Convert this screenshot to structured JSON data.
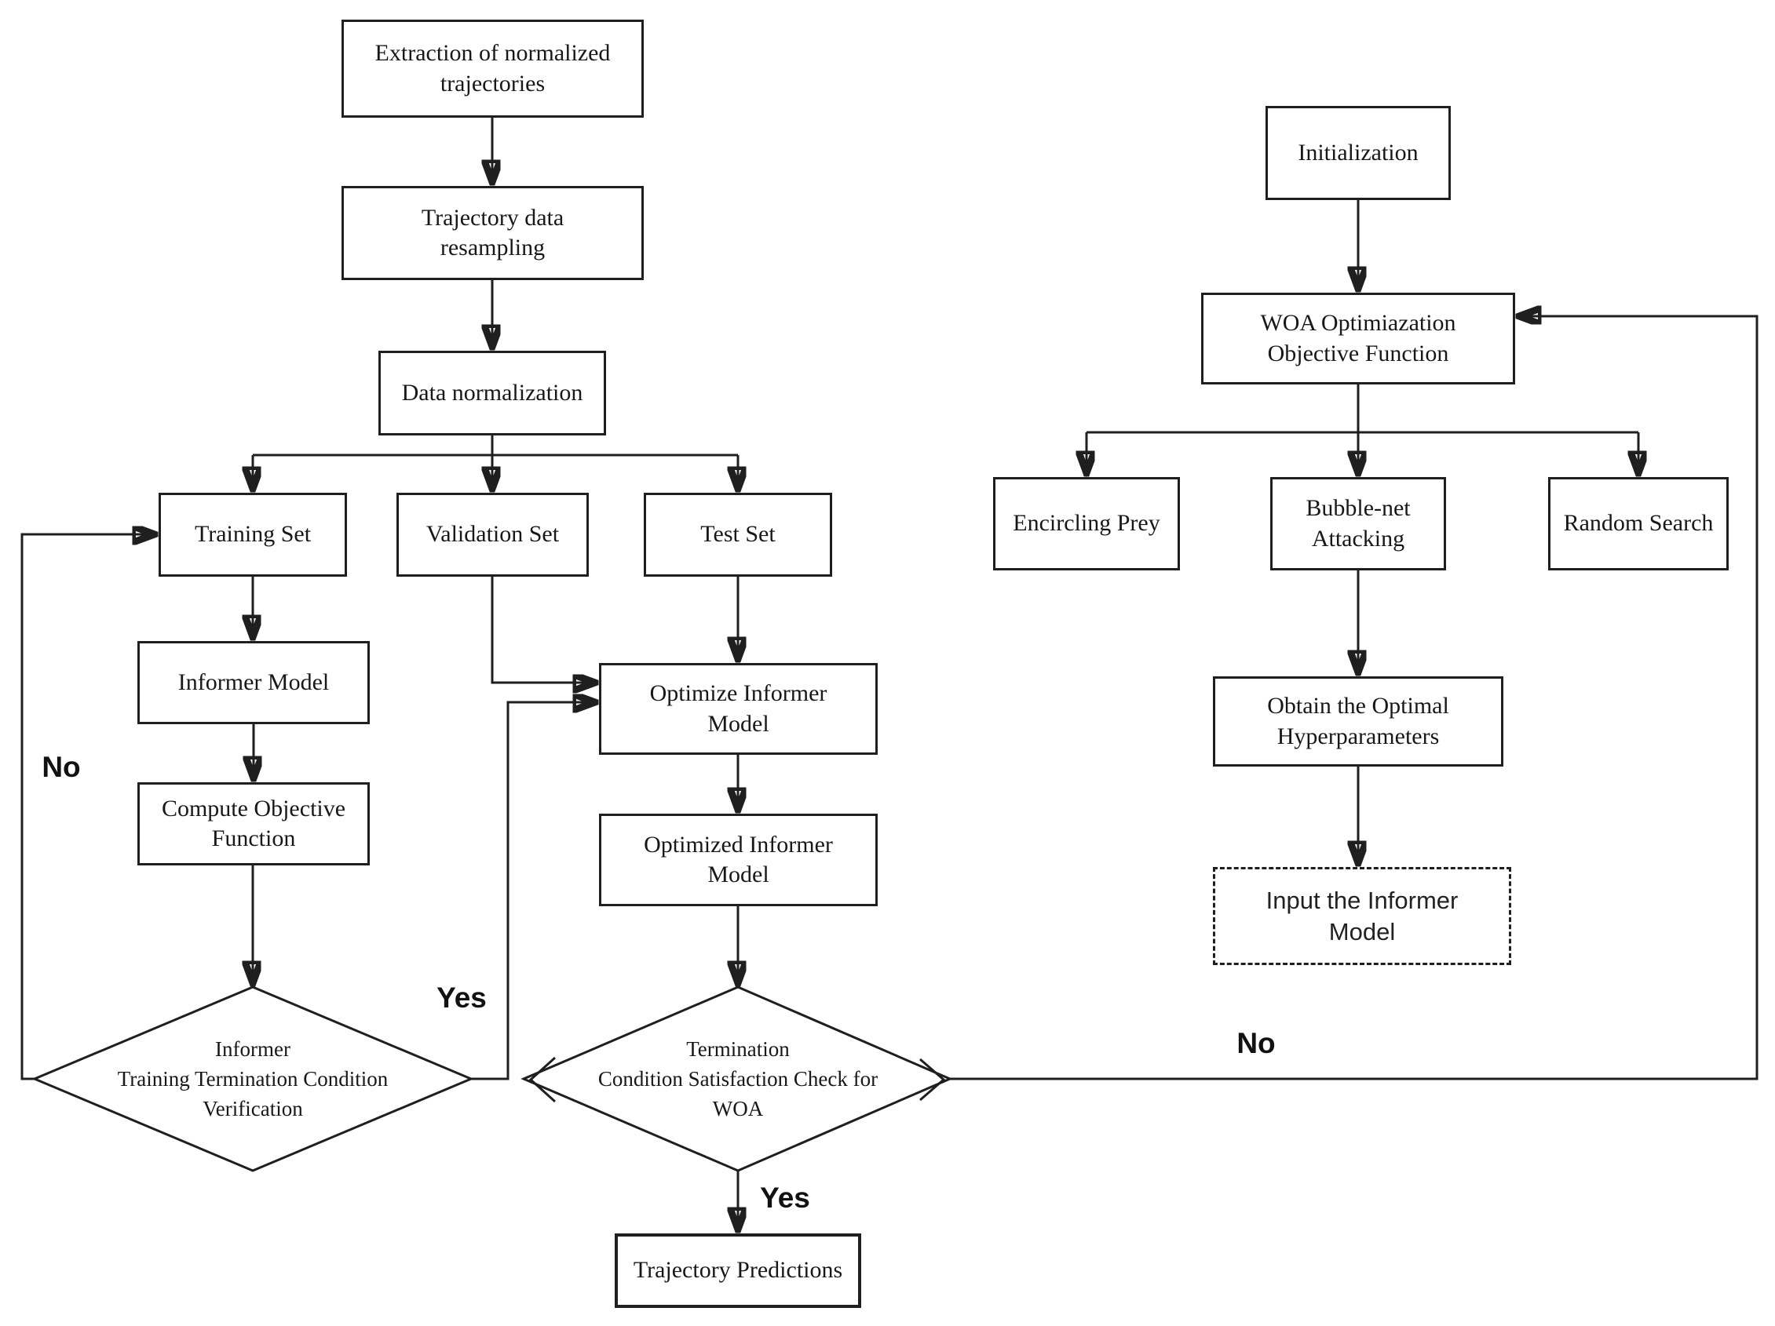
{
  "diagram": {
    "background_color": "#ffffff",
    "stroke_color": "#1f1f1f",
    "nodes": {
      "extraction": "Extraction of normalized\ntrajectories",
      "resampling": "Trajectory data\nresampling",
      "normalization": "Data normalization",
      "training_set": "Training Set",
      "validation_set": "Validation Set",
      "test_set": "Test Set",
      "informer_model": "Informer Model",
      "compute_objective": "Compute Objective\nFunction",
      "optimize_informer": "Optimize Informer\nModel",
      "optimized_informer": "Optimized Informer\nModel",
      "trajectory_predictions": "Trajectory Predictions",
      "initialization": "Initialization",
      "woa_objective": "WOA Optimiazation\nObjective Function",
      "encircling_prey": "Encircling Prey",
      "bubble_net": "Bubble-net\nAttacking",
      "random_search": "Random Search",
      "obtain_hyperparameters": "Obtain the Optimal\nHyperparameters",
      "input_informer": "Input the Informer\nModel"
    },
    "decisions": {
      "training_termination": "Informer\nTraining Termination Condition\nVerification",
      "woa_termination": "Termination\nCondition Satisfaction Check for\nWOA"
    },
    "edge_labels": {
      "no_training": "No",
      "yes_training": "Yes",
      "yes_woa": "Yes",
      "no_woa": "No"
    }
  }
}
